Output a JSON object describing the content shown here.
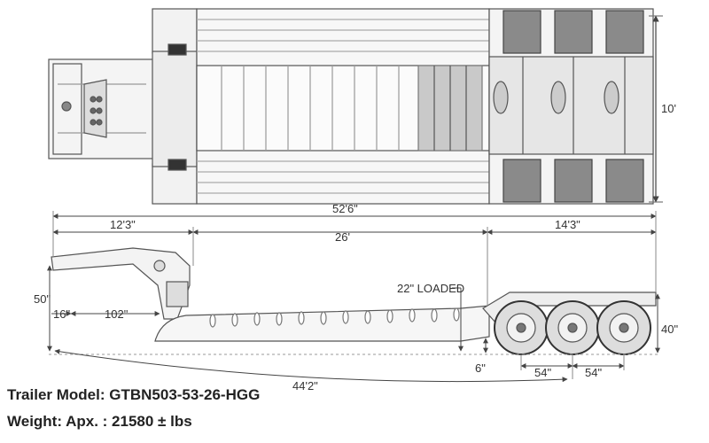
{
  "top_view": {
    "width_label": "10'"
  },
  "side_view": {
    "overall_length": "52'6\"",
    "gooseneck_length": "12'3\"",
    "deck_length": "26'",
    "rear_length": "14'3\"",
    "gooseneck_height": "50\"",
    "kingpin_setback": "16\"",
    "kingpin_to_deck": "102\"",
    "loaded_height": "22\" LOADED",
    "ground_clearance": "6\"",
    "axle_spacing_1": "54\"",
    "axle_spacing_2": "54\"",
    "rear_height": "40\"",
    "wheelbase": "44'2\""
  },
  "caption": {
    "model": "Trailer Model: GTBN503-53-26-HGG",
    "weight": "Weight: Apx. : 21580 ± lbs"
  }
}
